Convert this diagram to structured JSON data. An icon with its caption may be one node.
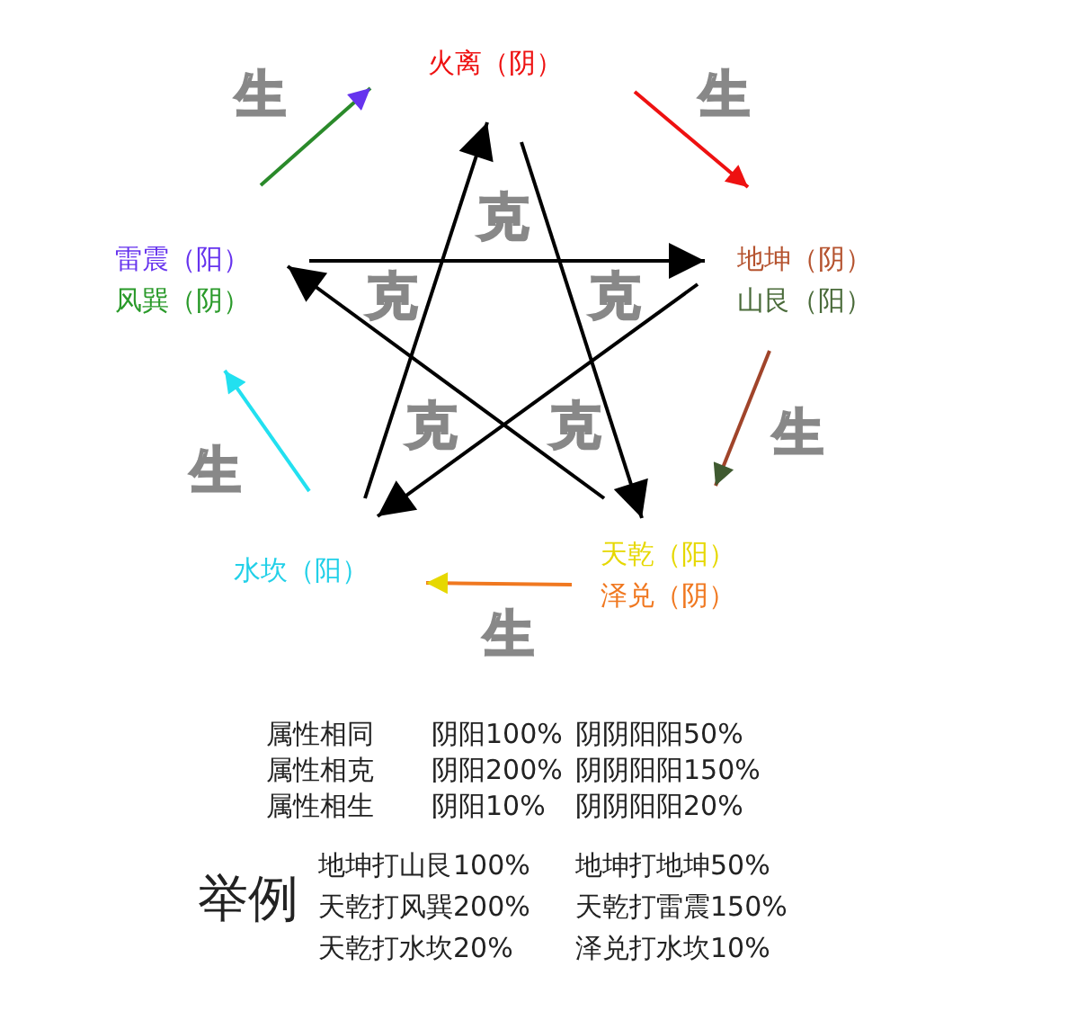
{
  "diagram": {
    "nodes": [
      {
        "text": [
          "火离（阴）"
        ]
      },
      {
        "text": [
          "地坤（阴）",
          "山艮（阳）"
        ]
      },
      {
        "text": [
          "天乾（阳）",
          "泽兑（阴）"
        ]
      },
      {
        "text": [
          "水坎（阳）"
        ]
      },
      {
        "text": [
          "雷震（阳）",
          "风巽（阴）"
        ]
      }
    ],
    "edges": [
      {
        "from": 4,
        "to": 0,
        "arrow": "to",
        "label": "生",
        "color": "#2a8a2a"
      },
      {
        "from": 0,
        "to": 1,
        "arrow": "to",
        "label": "生",
        "color": "#ee1111"
      },
      {
        "from": 1,
        "to": 2,
        "arrow": "to",
        "label": "生",
        "color": "#a0442a"
      },
      {
        "from": 2,
        "to": 3,
        "arrow": "to",
        "label": "生",
        "color": "#f07820"
      },
      {
        "from": 3,
        "to": 4,
        "arrow": "to",
        "label": "生",
        "color": "#22e0f0"
      },
      {
        "from": 3,
        "to": 0,
        "arrow": "to",
        "label": "克"
      },
      {
        "from": 0,
        "to": 2,
        "arrow": "to",
        "label": "克"
      },
      {
        "from": 4,
        "to": 1,
        "arrow": "to",
        "label": "克"
      },
      {
        "from": 1,
        "to": 3,
        "arrow": "to",
        "label": "克"
      },
      {
        "from": 2,
        "to": 4,
        "arrow": "to",
        "label": "克"
      }
    ],
    "labels": [
      "属性相同",
      "阴阳100%",
      "阴阴阳阳50%",
      "属性相克",
      "阴阳200%",
      "阴阴阳阳150%",
      "属性相生",
      "阴阳10%",
      "阴阴阳阳20%",
      "地坤打山艮100%",
      "地坤打地坤50%",
      "举例",
      "天乾打风巽200%",
      "天乾打雷震150%",
      "天乾打水坎20%",
      "泽兑打水坎10%"
    ]
  }
}
